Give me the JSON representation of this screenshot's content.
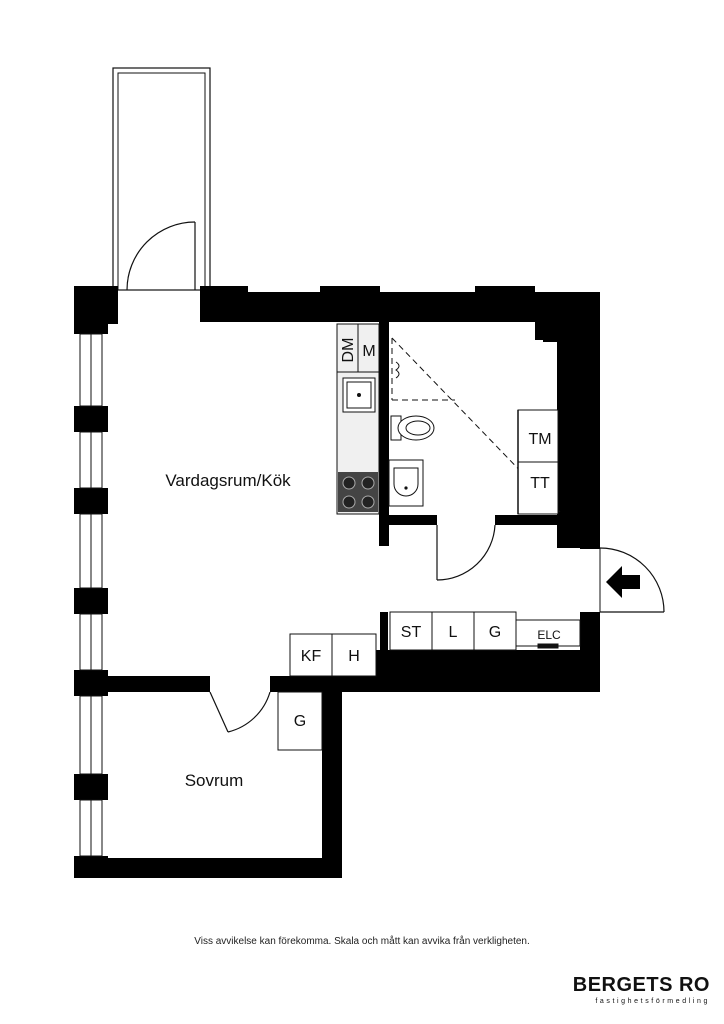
{
  "rooms": {
    "living": "Vardagsrum/Kök",
    "bedroom": "Sovrum"
  },
  "fixtures": {
    "dishwasher": "DM",
    "microwave": "M",
    "washer": "TM",
    "dryer": "TT",
    "storage_st": "ST",
    "storage_l": "L",
    "wardrobe_hall": "G",
    "electric_cabinet": "ELC",
    "fridge_freezer": "KF",
    "shelf": "H",
    "wardrobe_bedroom": "G"
  },
  "footer": {
    "disclaimer": "Viss avvikelse kan förekomma. Skala och mått kan avvika från verkligheten.",
    "brand_name": "BERGETS RO",
    "brand_tagline": "fastighetsförmedling"
  }
}
